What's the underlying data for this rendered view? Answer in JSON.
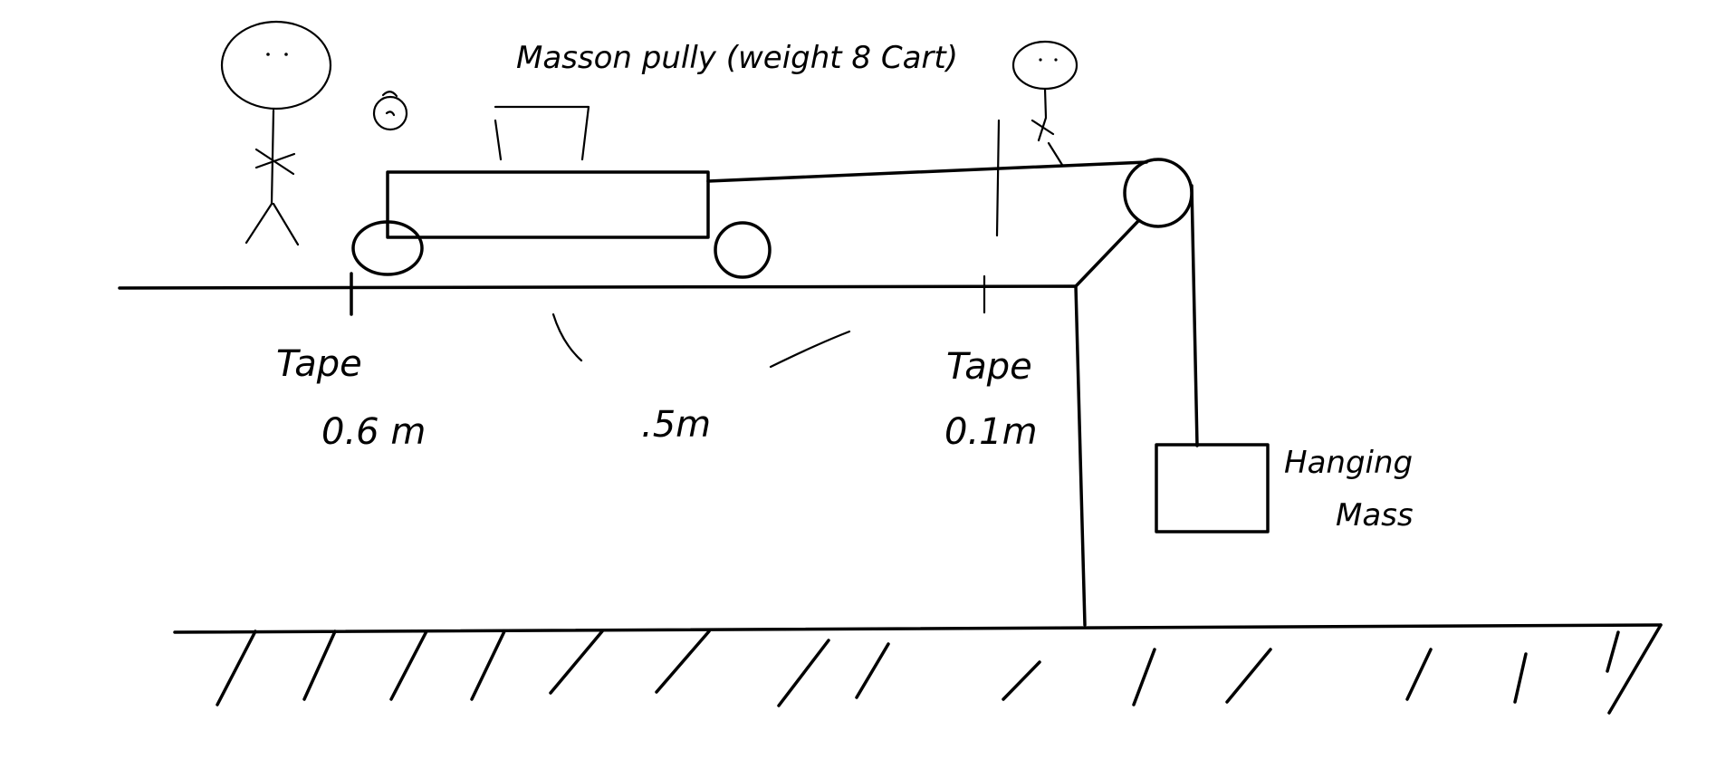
{
  "labels": {
    "pulley_note": "Masson pully (weight 8 Cart)",
    "left_tape": "Tape",
    "left_tape_distance": "0.6 m",
    "middle_distance": ".5m",
    "right_tape": "Tape",
    "right_tape_distance": "0.1m",
    "hanging_mass_line1": "Hanging",
    "hanging_mass_line2": "Mass"
  }
}
